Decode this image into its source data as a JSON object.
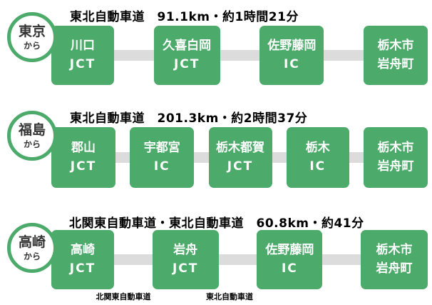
{
  "colors": {
    "green": "#4caa6a",
    "connector_gray": "#dcdcdc",
    "box_text": "#ffffff",
    "header_text": "#000000",
    "origin_text": "#333333"
  },
  "routes": [
    {
      "origin": {
        "main": "東京",
        "sub": "から"
      },
      "header": "東北自動車道　91.1km・約1時間21分",
      "stops": [
        {
          "line1": "川口",
          "line2": "JCT"
        },
        {
          "line1": "久喜白岡",
          "line2": "JCT"
        },
        {
          "line1": "佐野藤岡",
          "line2": "IC"
        },
        {
          "line1": "栃木市",
          "line2": "岩舟町"
        }
      ]
    },
    {
      "origin": {
        "main": "福島",
        "sub": "から"
      },
      "header": "東北自動車道　201.3km・約2時間37分",
      "stops": [
        {
          "line1": "郡山",
          "line2": "JCT"
        },
        {
          "line1": "宇都宮",
          "line2": "IC"
        },
        {
          "line1": "栃木都賀",
          "line2": "JCT"
        },
        {
          "line1": "栃木",
          "line2": "IC"
        },
        {
          "line1": "栃木市",
          "line2": "岩舟町"
        }
      ]
    },
    {
      "origin": {
        "main": "高崎",
        "sub": "から"
      },
      "header": "北関東自動車道・東北自動車道　60.8km・約41分",
      "stops": [
        {
          "line1": "高崎",
          "line2": "JCT"
        },
        {
          "line1": "岩舟",
          "line2": "JCT"
        },
        {
          "line1": "佐野藤岡",
          "line2": "IC"
        },
        {
          "line1": "栃木市",
          "line2": "岩舟町"
        }
      ],
      "connector_labels": [
        "北関東自動車道",
        "東北自動車道"
      ]
    }
  ]
}
